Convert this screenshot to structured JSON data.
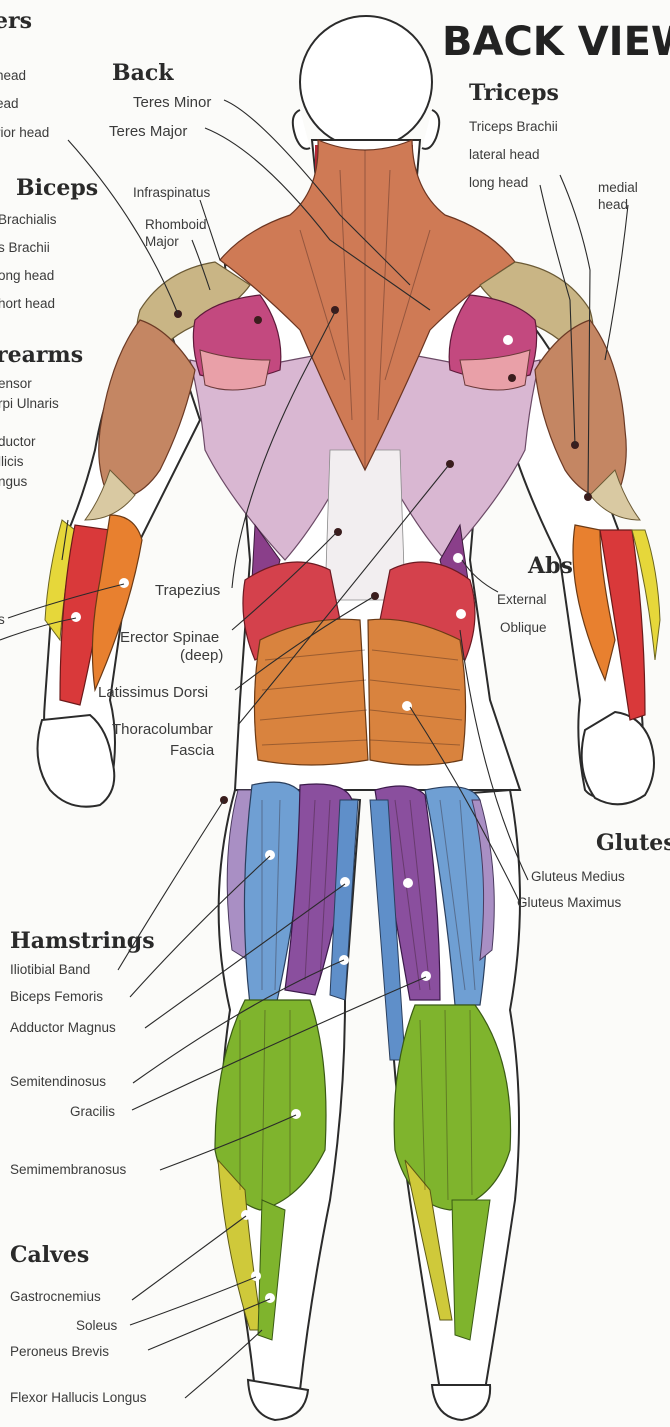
{
  "title": "BACK VIEW",
  "left_cut": {
    "group1": "ers",
    "group1_labels": [
      "head",
      "ead",
      "rior head"
    ],
    "group2": "Biceps",
    "group2_labels": [
      "Brachialis",
      "s Brachii",
      "ong head",
      "hort head"
    ],
    "group3": "rearms",
    "group3_labels": [
      "ensor",
      "rpi Ulnaris",
      "ductor",
      "llicis",
      "ngus"
    ],
    "stray": "s"
  },
  "back": {
    "heading": "Back",
    "labels": [
      "Teres Minor",
      "Teres Major",
      "Infraspinatus",
      "Rhomboid",
      "Major",
      "Trapezius",
      "Erector Spinae",
      "(deep)",
      "Latissimus Dorsi",
      "Thoracolumbar",
      "Fascia"
    ]
  },
  "triceps": {
    "heading": "Triceps",
    "labels": [
      "Triceps Brachii",
      "lateral head",
      "long head",
      "medial",
      "head"
    ]
  },
  "abs": {
    "heading": "Abs",
    "labels": [
      "External",
      "Oblique"
    ]
  },
  "glutes": {
    "heading": "Glutes",
    "labels": [
      "Gluteus Medius",
      "Gluteus Maximus"
    ]
  },
  "hamstrings": {
    "heading": "Hamstrings",
    "labels": [
      "Iliotibial Band",
      "Biceps Femoris",
      "Adductor Magnus",
      "Semitendinosus",
      "Gracilis",
      "Semimembranosus"
    ]
  },
  "calves": {
    "heading": "Calves",
    "labels": [
      "Gastrocnemius",
      "Soleus",
      "Peroneus Brevis",
      "Flexor Hallucis Longus"
    ]
  },
  "colors": {
    "trapezius": "#cf7a55",
    "deltoid": "#c9b585",
    "infraspinatus": "#c3497f",
    "latissimus": "#d9b7d2",
    "forearm_red": "#d9393a",
    "forearm_orange": "#e8802f",
    "forearm_yellow": "#e6d73a",
    "oblique": "#d4414c",
    "gluteus_medius": "#d9833e",
    "hamstring_blue": "#6f9fd3",
    "hamstring_purple": "#8a4f9e",
    "calf_green": "#7fb42d",
    "calf_yellow": "#cfc93a"
  }
}
